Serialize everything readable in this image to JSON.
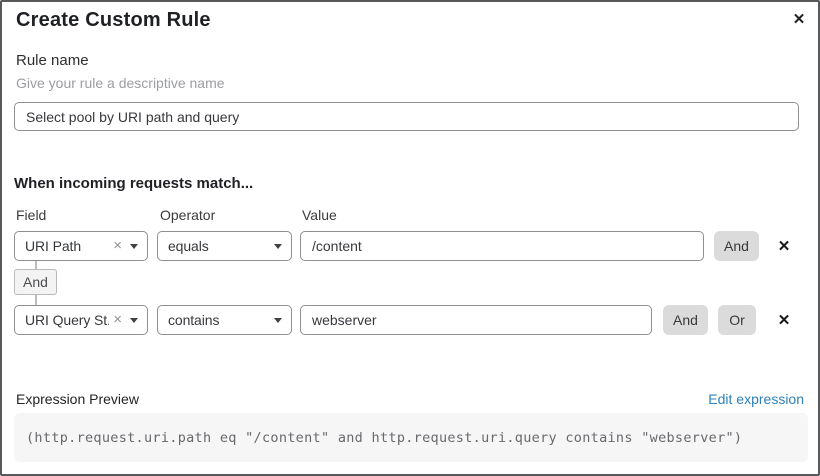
{
  "dialog": {
    "title": "Create Custom Rule",
    "close_icon": "✕"
  },
  "rule_name": {
    "label": "Rule name",
    "help": "Give your rule a descriptive name",
    "value": "Select pool by URI path and query"
  },
  "matcher": {
    "heading": "When incoming requests match...",
    "columns": {
      "field": "Field",
      "operator": "Operator",
      "value": "Value"
    },
    "connector": "And",
    "icons": {
      "clear": "×",
      "remove": "✕"
    },
    "rows": [
      {
        "field": "URI Path",
        "operator": "equals",
        "value": "/content",
        "and_button": "And"
      },
      {
        "field": "URI Query St...",
        "operator": "contains",
        "value": "webserver",
        "and_button": "And",
        "or_button": "Or"
      }
    ]
  },
  "expression": {
    "label": "Expression Preview",
    "edit_link": "Edit expression",
    "code": "(http.request.uri.path eq \"/content\" and http.request.uri.query contains \"webserver\")"
  },
  "colors": {
    "link_blue": "#2e81ba",
    "button_gray": "#dbdbdc",
    "input_border": "#8e8f92",
    "code_background": "#f6f6f7"
  }
}
